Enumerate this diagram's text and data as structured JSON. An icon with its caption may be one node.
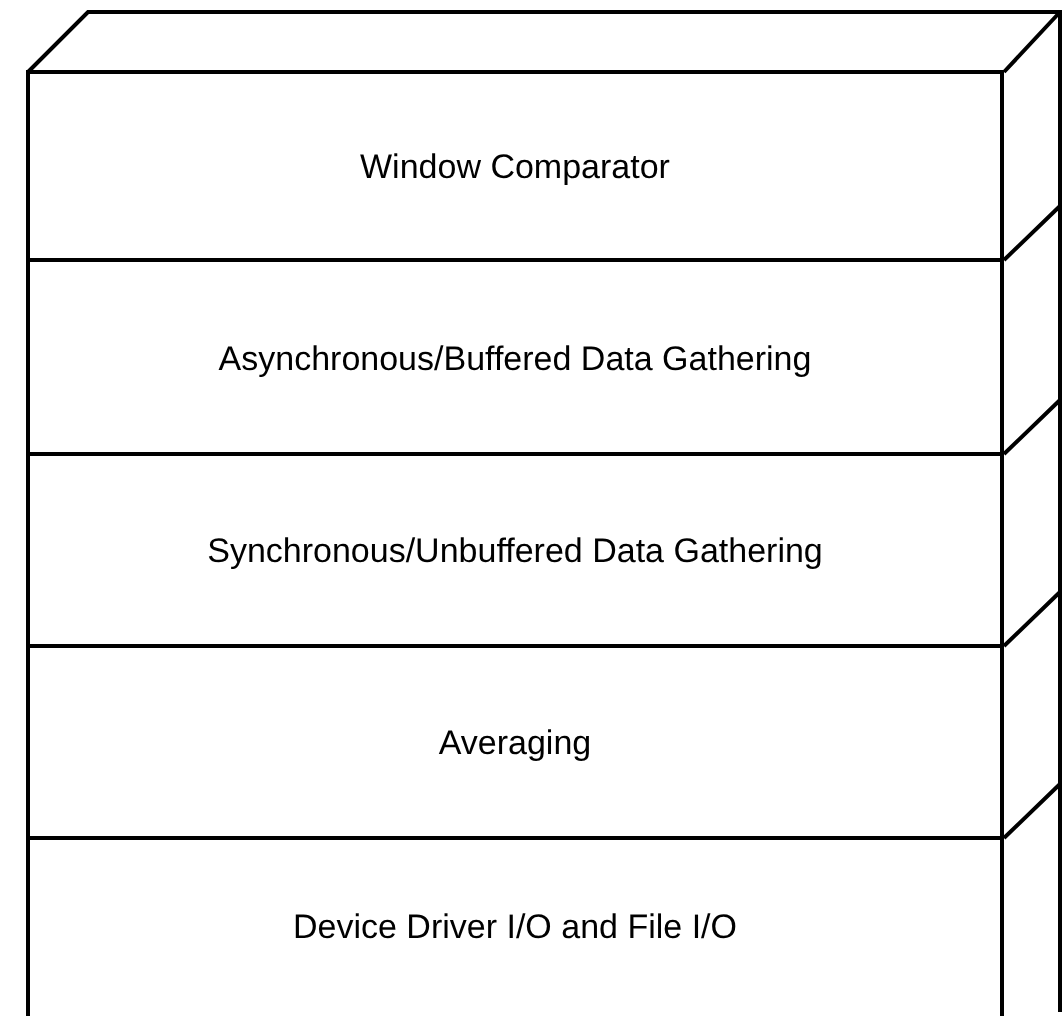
{
  "diagram": {
    "nodes": [
      {
        "text": [
          "Window Comparator"
        ]
      },
      {
        "text": [
          "Asynchronous/Buffered Data Gathering"
        ]
      },
      {
        "text": [
          "Synchronous/Unbuffered Data Gathering"
        ]
      },
      {
        "text": [
          "Averaging"
        ]
      },
      {
        "text": [
          "Device Driver I/O and File I/O"
        ]
      }
    ],
    "edges": []
  }
}
